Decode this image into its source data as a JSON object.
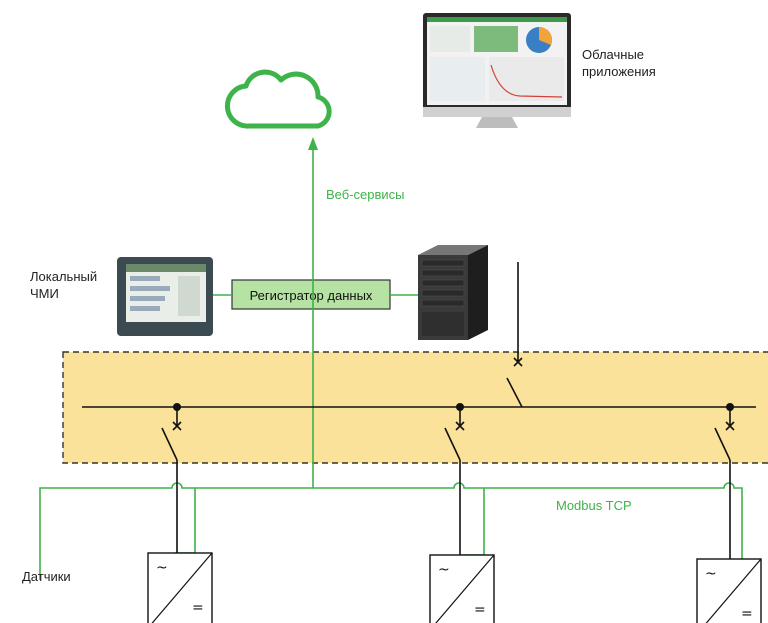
{
  "labels": {
    "cloud_apps": "Облачные\nприложения",
    "web_services": "Веб-сервисы",
    "local_hmi": "Локальный\nЧМИ",
    "data_logger": "Регистратор данных",
    "modbus": "Modbus TCP",
    "sensors": "Датчики"
  },
  "inverter_symbols": {
    "ac": "~",
    "dc": "="
  },
  "colors": {
    "green_line": "#3db34a",
    "busbar_zone_fill": "#fbe29a",
    "logger_fill": "#b6e3a4",
    "line": "#111111"
  },
  "icons": [
    "cloud-icon",
    "monitor-icon",
    "hmi-panel-icon",
    "server-icon"
  ]
}
